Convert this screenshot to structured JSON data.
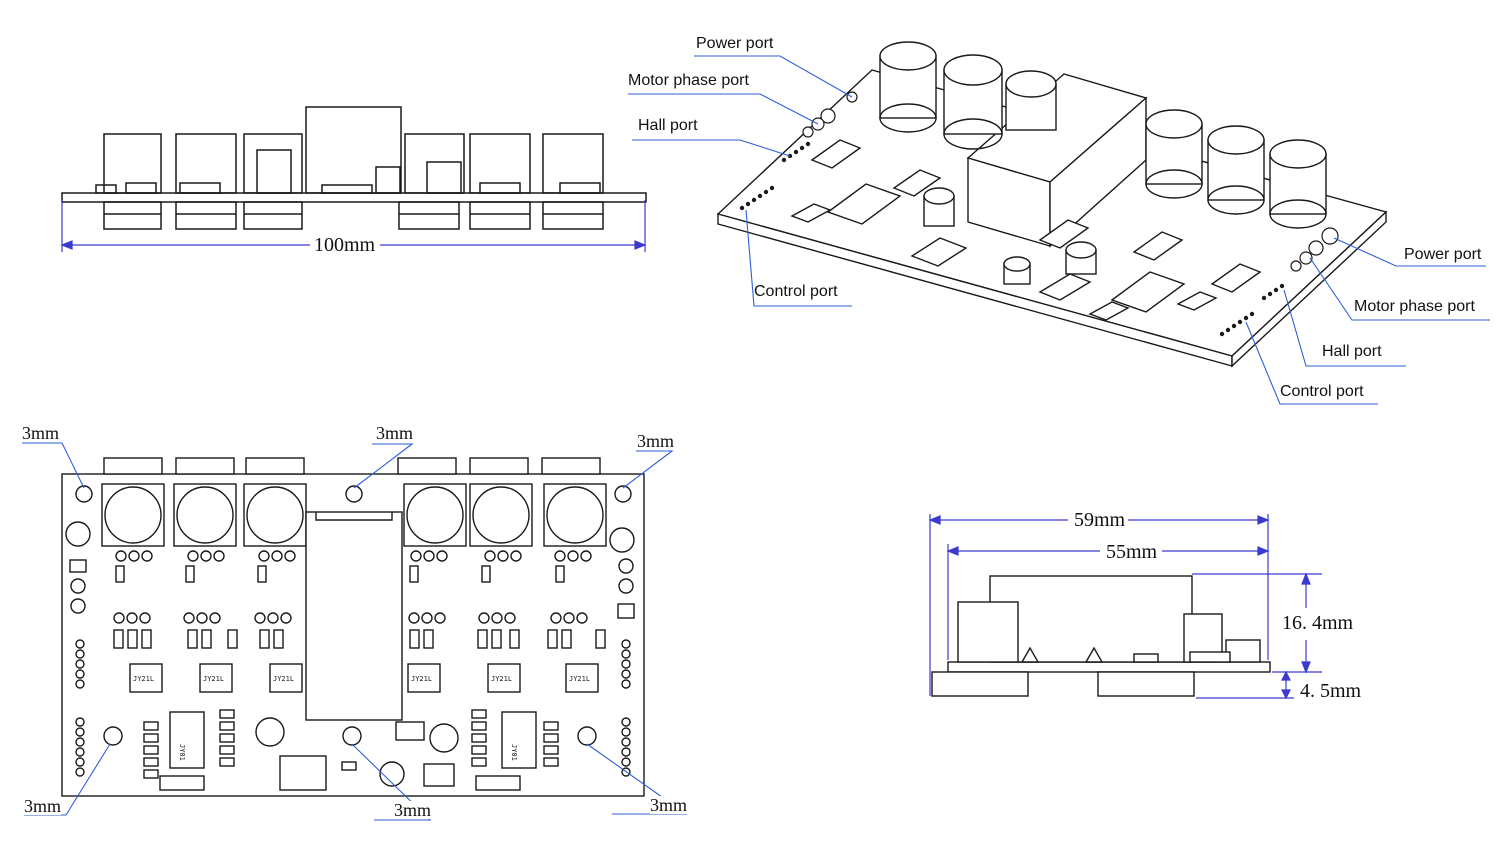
{
  "side_view": {
    "length_label": "100mm"
  },
  "iso_view": {
    "left_labels": [
      "Power port",
      "Motor phase port",
      "Hall port",
      "Control port"
    ],
    "right_labels": [
      "Power port",
      "Motor phase port",
      "Hall port",
      "Control port"
    ]
  },
  "top_view": {
    "hole_labels": [
      "3mm",
      "3mm",
      "3mm",
      "3mm",
      "3mm",
      "3mm"
    ],
    "chip_markings": [
      "JY21L",
      "JY21L",
      "JY21L",
      "JY21L",
      "JY21L",
      "JY21L",
      "JY01",
      "JY01"
    ]
  },
  "end_view": {
    "width_outer": "59mm",
    "width_inner": "55mm",
    "height_top": "16. 4mm",
    "height_bottom": "4. 5mm"
  },
  "colors": {
    "line": "#1a1a1a",
    "dimension_line": "#3b3bd0",
    "leader": "#2d5fd6"
  }
}
